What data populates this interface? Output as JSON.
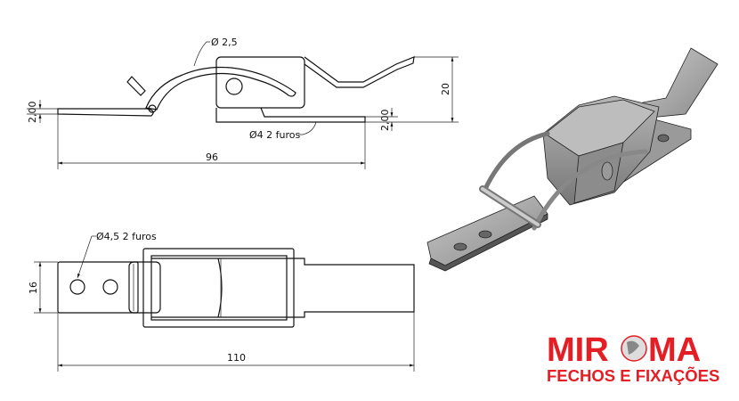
{
  "side_view": {
    "wire_diameter": "Ø 2,5",
    "hole_note": "Ø4  2 furos",
    "thickness_left": "2,00",
    "thickness_right": "2,00",
    "height": "20",
    "length": "96"
  },
  "top_view": {
    "hole_note": "Ø4,5  2 furos",
    "width": "16",
    "length": "110"
  },
  "logo": {
    "name_left": "MIR",
    "name_right": "MA",
    "subtitle": "FECHOS E FIXAÇÕES",
    "color": "#e31e24"
  }
}
